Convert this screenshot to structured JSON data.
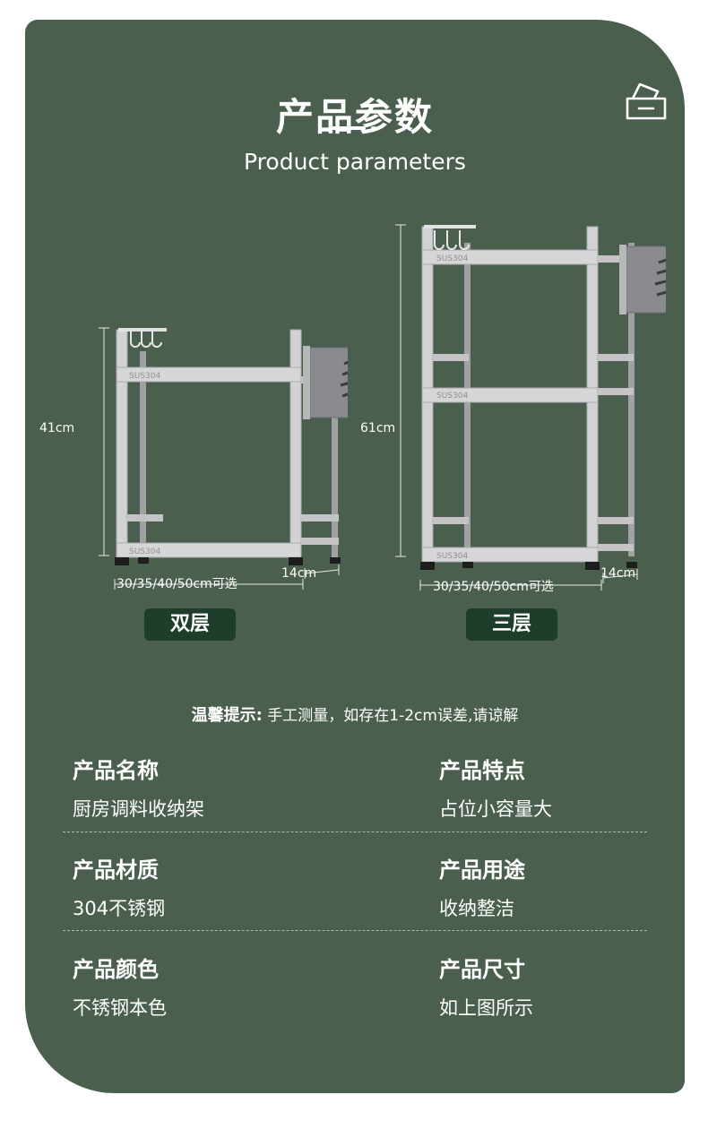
{
  "header": {
    "title_cn": "产品参数",
    "title_en": "Product parameters",
    "icon": "box-icon"
  },
  "racks": [
    {
      "badge": "双层",
      "height_label": "41cm",
      "width_label": "30/35/40/50cm可选",
      "depth_label": "14cm",
      "mark_top": "SUS304",
      "mark_bottom": "SUS304"
    },
    {
      "badge": "三层",
      "height_label": "61cm",
      "width_label": "30/35/40/50cm可选",
      "depth_label": "14cm",
      "mark_top": "SUS304",
      "mark_middle": "SUS304",
      "mark_bottom": "SUS304"
    }
  ],
  "tip": {
    "label": "温馨提示:",
    "text": "手工测量，如存在1-2cm误差,请谅解"
  },
  "specs": [
    {
      "label": "产品名称",
      "value": "厨房调料收纳架"
    },
    {
      "label": "产品特点",
      "value": "占位小容量大"
    },
    {
      "label": "产品材质",
      "value": "304不锈钢"
    },
    {
      "label": "产品用途",
      "value": "收纳整洁"
    },
    {
      "label": "产品颜色",
      "value": "不锈钢本色"
    },
    {
      "label": "产品尺寸",
      "value": "如上图所示"
    }
  ],
  "colors": {
    "background": "#4a5f4d",
    "badge": "#1e3d2a",
    "steel": "#c9c9cb",
    "text": "#ffffff"
  }
}
